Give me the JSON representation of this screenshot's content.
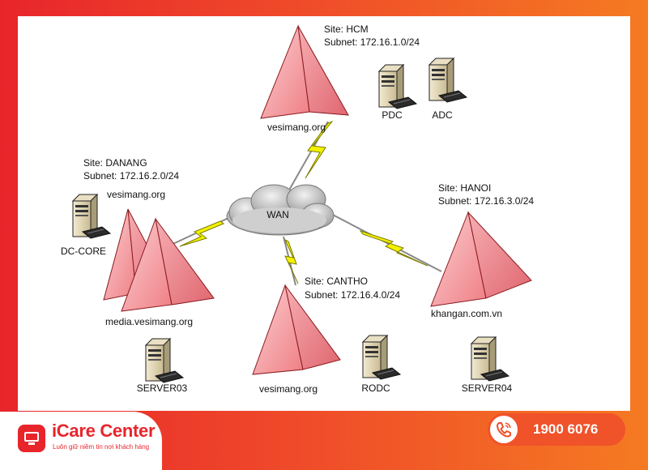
{
  "network": {
    "cloud_label": "WAN",
    "sites": {
      "hcm": {
        "site": "Site: HCM",
        "subnet": "Subnet: 172.16.1.0/24",
        "domain": "vesimang.org"
      },
      "danang": {
        "site": "Site: DANANG",
        "subnet": "Subnet: 172.16.2.0/24",
        "domain_top": "vesimang.org",
        "domain_bottom": "media.vesimang.org"
      },
      "hanoi": {
        "site": "Site: HANOI",
        "subnet": "Subnet: 172.16.3.0/24",
        "domain": "khangan.com.vn"
      },
      "cantho": {
        "site": "Site: CANTHO",
        "subnet": "Subnet: 172.16.4.0/24",
        "domain": "vesimang.org"
      }
    },
    "servers": {
      "pdc": "PDC",
      "adc": "ADC",
      "dc_core": "DC-CORE",
      "server03": "SERVER03",
      "rodc": "RODC",
      "server04": "SERVER04"
    }
  },
  "brand": {
    "name": "iCare Center",
    "tagline": "Luôn giữ niềm tin nơi khách hàng"
  },
  "hotline": {
    "number": "1900 6076"
  },
  "colors": {
    "pyramid_fill": "#f08a8e",
    "pyramid_stroke": "#8b1a1f",
    "lightning": "#f4f100",
    "brand_red": "#e8252b",
    "hotline_bg": "#f0522a"
  }
}
